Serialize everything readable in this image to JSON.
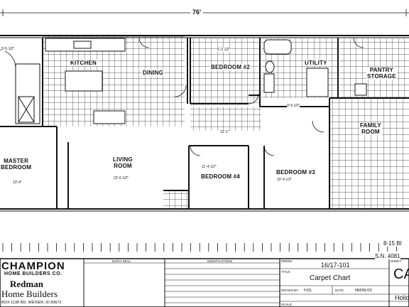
{
  "overall_width": "76'",
  "rooms": {
    "kitchen": "KITCHEN",
    "dining": "DINING",
    "bedroom2": "BEDROOM #2",
    "utility": "UTILITY",
    "pantry": "PANTRY\nSTORAGE",
    "family": "FAMILY\nROOM",
    "master": "MASTER\nBEDROOM",
    "living": "LIVING\nROOM",
    "bedroom4": "BEDROOM #4",
    "bedroom3": "BEDROOM #3"
  },
  "dimensions": {
    "d_topleft": "9'-5 1/2\"",
    "d_bed2": "5'-3 1/2\"",
    "d_hall": "9'-9 1/2\"",
    "d_hall2": "12'-1\"",
    "d_master": "13'-4\"",
    "d_living": "22'-6 1/2\"",
    "d_bed4": "11'-4 1/2\"",
    "d_bed3": "10'-4 1/2\""
  },
  "right_notes": {
    "line1": "8-15 Bl",
    "line2": "S.N. 4081"
  },
  "title_block": {
    "company": "CHAMPION",
    "company_sub": "HOME BUILDERS CO.",
    "dealer_line1": "Redman",
    "dealer_line2": "Home Builders",
    "address": "BOX 1138 RD.  WEISER, ID  83672",
    "col_dapia": "DAPIA SEAL",
    "col_mods": "MODIFICATIONS",
    "model_label": "MODEL",
    "model_value": "16/17-101",
    "title_label": "TITLE:",
    "title_value": "Carpet Chart",
    "drawn_label": "DRAWN BY:",
    "drawn_value": "HJ2L",
    "date_label": "DATE:",
    "date_value": "MM/ML/03",
    "scale_label": "SCALE:",
    "sheet_label": "SHEET:",
    "sheet_value": "CA",
    "holid_value": "Holid"
  }
}
